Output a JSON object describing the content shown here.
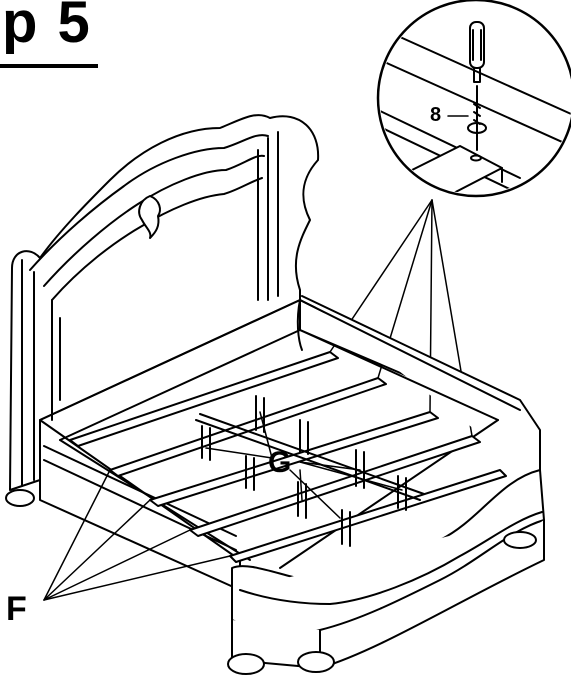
{
  "title": {
    "text": "p 5"
  },
  "callouts": {
    "slats": "F",
    "legs": "G",
    "screw": "8"
  },
  "colors": {
    "line": "#000000",
    "fill": "#ffffff"
  }
}
